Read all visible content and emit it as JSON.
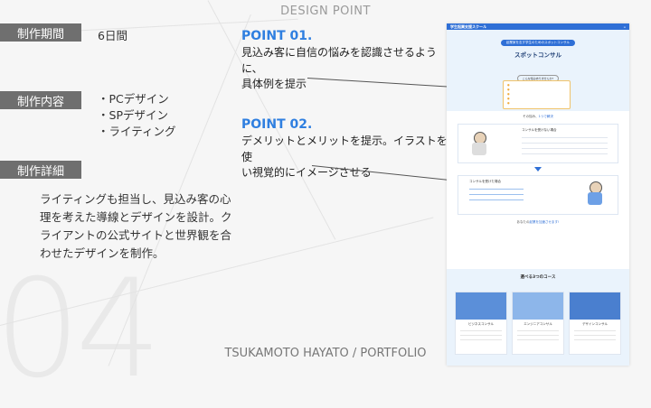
{
  "header": {
    "title": "DESIGN POINT"
  },
  "footer": {
    "title": "TSUKAMOTO HAYATO / PORTFOLIO"
  },
  "page_number": "04",
  "period": {
    "label": "制作期間",
    "value": "6日間"
  },
  "content": {
    "label": "制作内容",
    "items": [
      "PCデザイン",
      "SPデザイン",
      "ライティング"
    ]
  },
  "details": {
    "label": "制作詳細",
    "lines": [
      "ライティングも担当し、見込み客の心",
      "理を考えた導線とデザインを設計。ク",
      "ライアントの公式サイトと世界観を合",
      "わせたデザインを制作。"
    ]
  },
  "points": [
    {
      "heading": "POINT 01.",
      "lines": [
        "見込み客に自信の悩みを認識させるように、",
        "具体例を提示"
      ]
    },
    {
      "heading": "POINT 02.",
      "lines": [
        "デメリットとメリットを提示。イラストを使",
        "い視覚的にイメージさせる"
      ]
    }
  ],
  "colors": {
    "accent": "#2f7fe0",
    "label_bg": "#6f6f6f",
    "background": "#f6f6f6"
  },
  "site_mock": {
    "logo": "学生起業支援スクール",
    "title": "スポットコンサル",
    "tag": "起業家を志す学生のためのスポットコンサル",
    "cta": "こんな悩みありませんか?",
    "lead_pre": "その悩み、",
    "lead_em": "1つで解決",
    "card_titles": [
      "コンサルを受けない場合",
      "コンサルを受けた場合"
    ],
    "footer_pre": "あなたの",
    "footer_em": "起業を加速させます!",
    "course_title": "選べる3つのコース",
    "course_names": [
      "ビジネスコンサル",
      "エンジニアコンサル",
      "デザインコンサル"
    ]
  }
}
